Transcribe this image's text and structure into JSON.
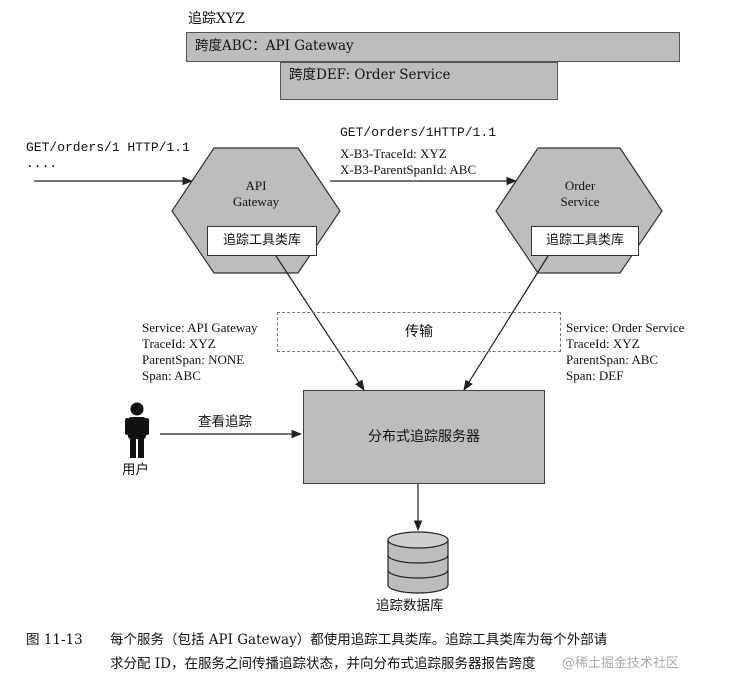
{
  "trace": {
    "title": "追踪XYZ",
    "span_abc": "跨度ABC：API Gateway",
    "span_def": "跨度DEF: Order Service"
  },
  "request_left": {
    "line1": "GET/orders/1 HTTP/1.1",
    "line2": "...."
  },
  "request_mid": {
    "line1": "GET/orders/1HTTP/1.1",
    "line2": "X-B3-TraceId: XYZ",
    "line3": "X-B3-ParentSpanId: ABC"
  },
  "api_gateway": {
    "name_line1": "API",
    "name_line2": "Gateway",
    "library": "追踪工具类库",
    "info": {
      "service": "Service: API Gateway",
      "trace_id": "TraceId: XYZ",
      "parent_span": "ParentSpan: NONE",
      "span": "Span: ABC"
    }
  },
  "order_service": {
    "name_line1": "Order",
    "name_line2": "Service",
    "library": "追踪工具类库",
    "info": {
      "service": "Service: Order Service",
      "trace_id": "TraceId: XYZ",
      "parent_span": "ParentSpan: ABC",
      "span": "Span: DEF"
    }
  },
  "transport": "传输",
  "view_trace": "查看追踪",
  "user": "用户",
  "tracing_server": "分布式追踪服务器",
  "trace_db": "追踪数据库",
  "caption": {
    "figure": "图 11-13",
    "line1": "每个服务（包括 API Gateway）都使用追踪工具类库。追踪工具类库为每个外部请",
    "line2": "求分配 ID，在服务之间传播追踪状态，并向分布式追踪服务器报告跨度"
  },
  "watermark": "@稀土掘金技术社区",
  "colors": {
    "node_fill": "#bdbdbd",
    "stroke": "#333333",
    "background": "#ffffff"
  }
}
